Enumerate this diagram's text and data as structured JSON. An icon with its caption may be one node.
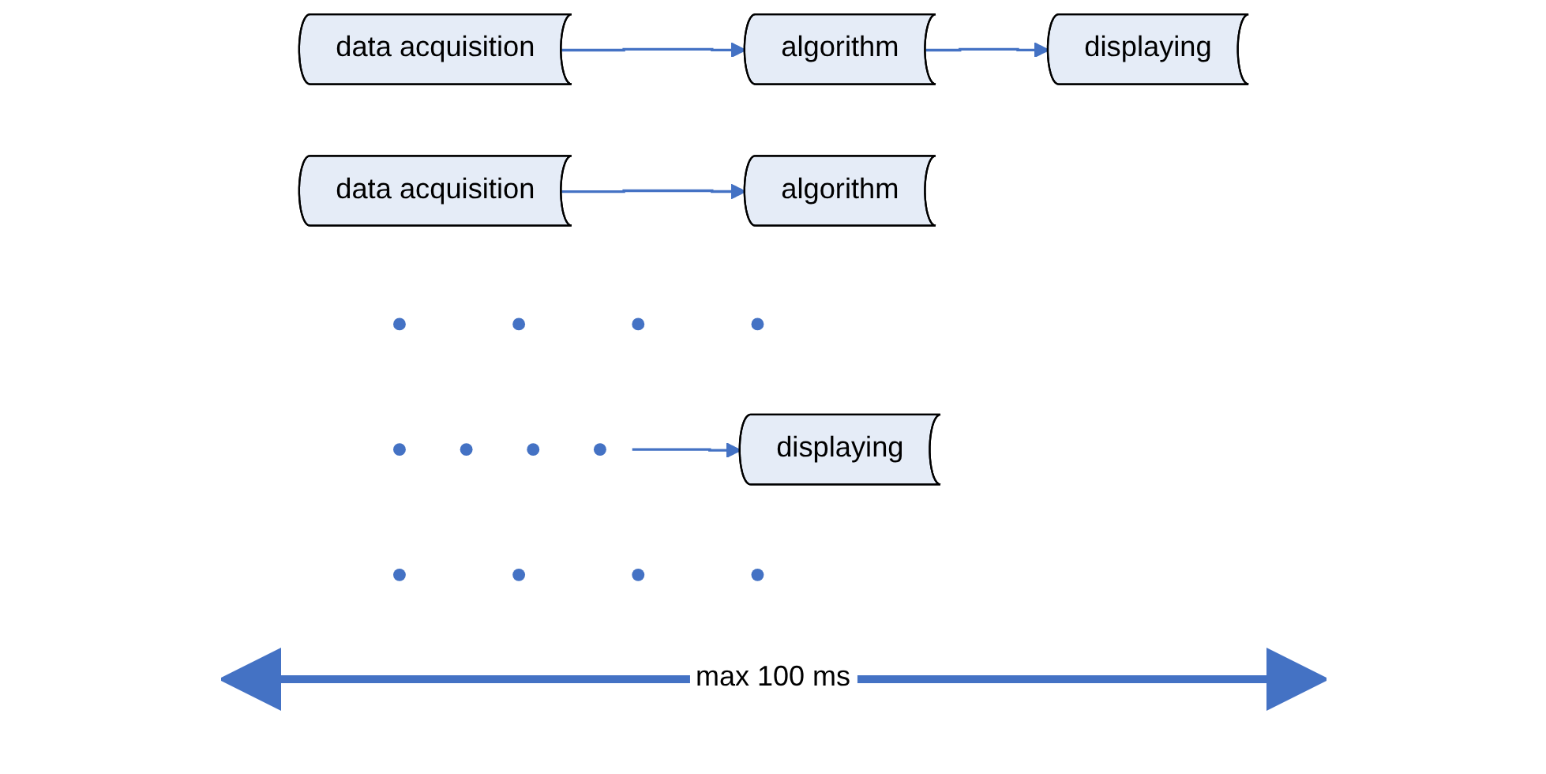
{
  "diagram": {
    "nodes": [
      {
        "text": [
          "data acquisition"
        ]
      },
      {
        "text": [
          "data acquisition"
        ]
      },
      {
        "text": [],
        "shape": "dots"
      },
      {
        "text": [],
        "shape": "dots"
      },
      {
        "text": [
          "algorithm"
        ]
      },
      {
        "text": [
          "algorithm"
        ]
      },
      {
        "text": [],
        "shape": "dots"
      },
      {
        "text": [
          "displaying"
        ]
      },
      {
        "text": [
          "displaying"
        ]
      }
    ],
    "edges": [
      {
        "from": 0,
        "to": 4,
        "arrow": "to"
      },
      {
        "from": 1,
        "to": 5,
        "arrow": "to"
      },
      {
        "from": 3,
        "to": 7,
        "arrow": "to"
      },
      {
        "from": 4,
        "to": 8,
        "arrow": "to"
      }
    ],
    "labels": [
      "max 100 ms"
    ]
  }
}
